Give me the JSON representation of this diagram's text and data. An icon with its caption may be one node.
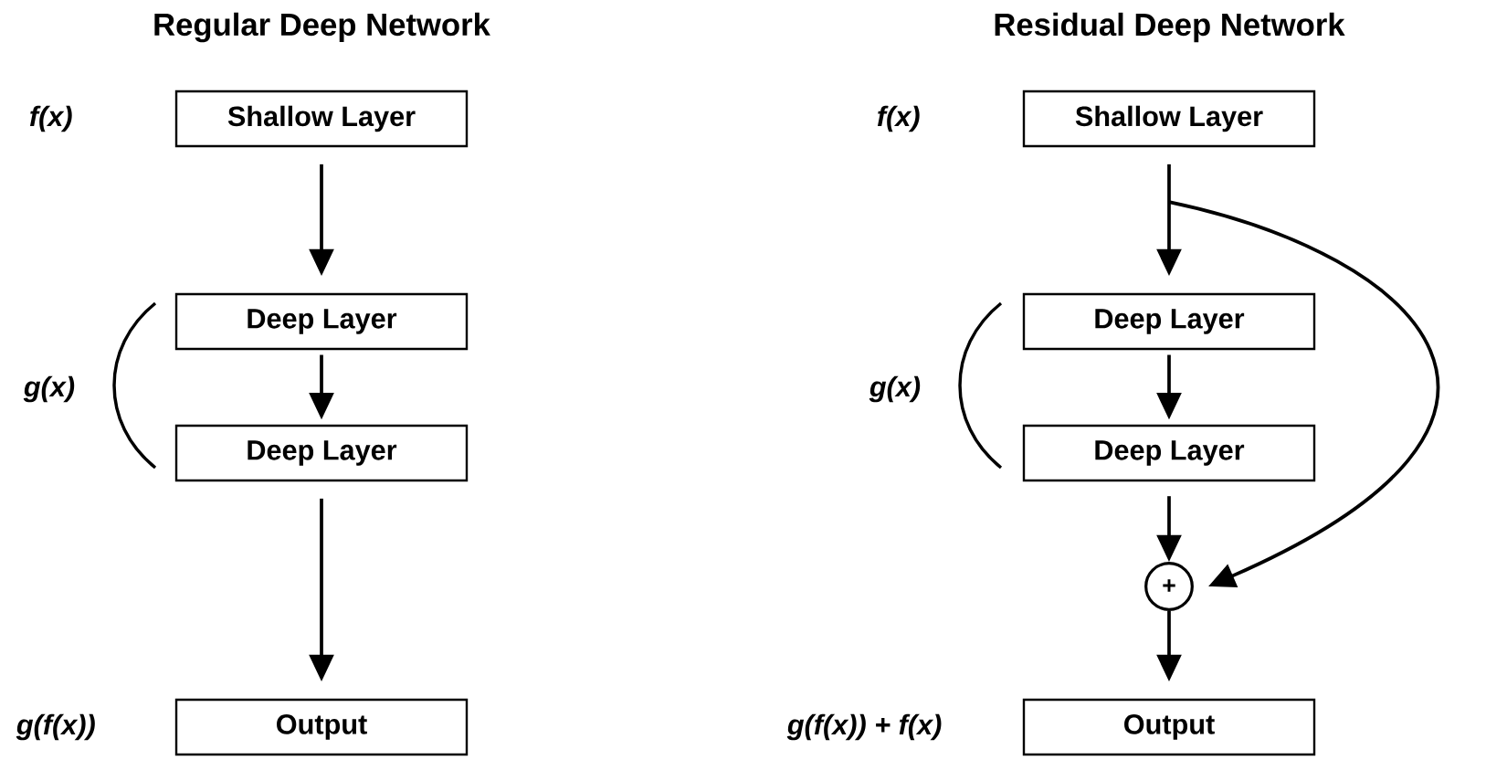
{
  "diagram": {
    "nodes": [
      {
        "text": [
          "Shallow Layer"
        ]
      },
      {
        "text": [
          "Deep Layer"
        ]
      },
      {
        "text": [
          "Deep Layer"
        ]
      },
      {
        "text": [
          "Output"
        ]
      },
      {
        "text": [
          "Shallow Layer"
        ]
      },
      {
        "text": [
          "Deep Layer"
        ]
      },
      {
        "text": [
          "Deep Layer"
        ]
      },
      {
        "text": [
          "+"
        ]
      },
      {
        "text": [
          "Output"
        ]
      }
    ],
    "edges": [
      {
        "from": 0,
        "to": 1,
        "arrow": "to"
      },
      {
        "from": 1,
        "to": 2,
        "arrow": "to"
      },
      {
        "from": 2,
        "to": 3,
        "arrow": "to"
      },
      {
        "from": 4,
        "to": 5,
        "arrow": "to"
      },
      {
        "from": 4,
        "to": 7,
        "arrow": "to"
      },
      {
        "from": 5,
        "to": 6,
        "arrow": "to"
      },
      {
        "from": 6,
        "to": 7,
        "arrow": "to"
      },
      {
        "from": 7,
        "to": 8,
        "arrow": "to"
      }
    ],
    "labels": [
      "Regular Deep Network",
      "Residual Deep Network",
      "f(x)",
      "f(x)",
      "g(x)",
      "g(x)",
      "g(f(x))",
      "g(f(x)) + f(x)"
    ]
  }
}
